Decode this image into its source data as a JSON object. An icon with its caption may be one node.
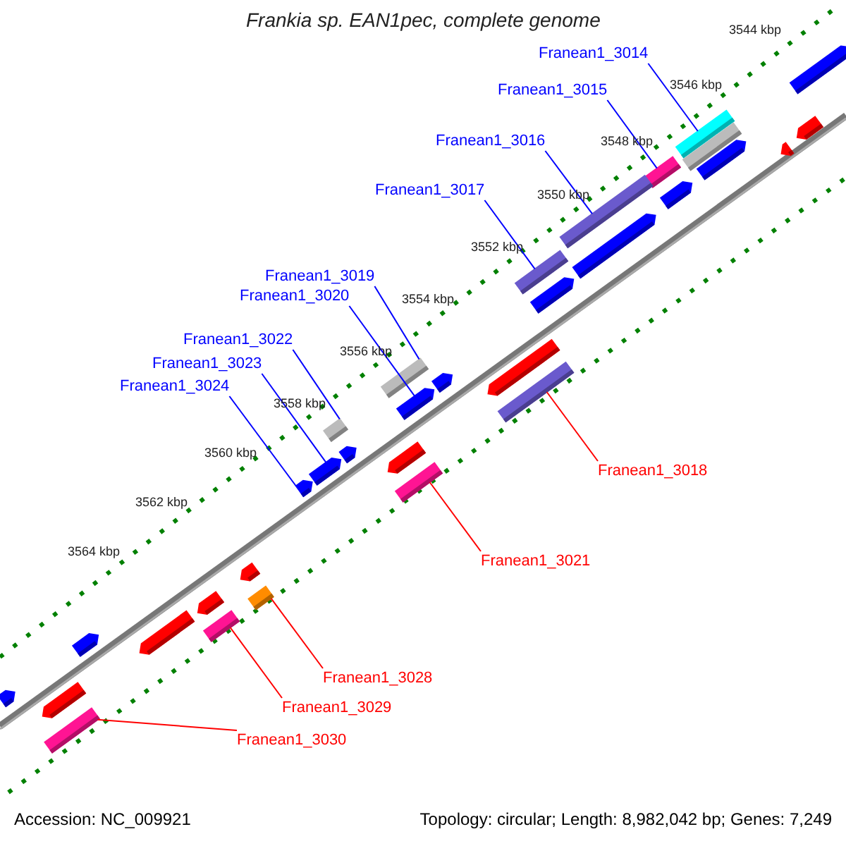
{
  "diagram": {
    "title": "Frankia sp. EAN1pec, complete genome",
    "nodes": [
      {
        "text": [
          "Franean1_3014"
        ]
      },
      {
        "text": [
          "Franean1_3015"
        ]
      },
      {
        "text": [
          "Franean1_3016"
        ]
      },
      {
        "text": [
          "Franean1_3017"
        ]
      },
      {
        "text": [
          "Franean1_3019"
        ]
      },
      {
        "text": [
          "Franean1_3020"
        ]
      },
      {
        "text": [
          "Franean1_3022"
        ]
      },
      {
        "text": [
          "Franean1_3023"
        ]
      },
      {
        "text": [
          "Franean1_3024"
        ]
      },
      {
        "text": [
          "Franean1_3018"
        ]
      },
      {
        "text": [
          "Franean1_3021"
        ]
      },
      {
        "text": [
          "Franean1_3028"
        ]
      },
      {
        "text": [
          "Franean1_3029"
        ]
      },
      {
        "text": [
          "Franean1_3030"
        ]
      },
      {
        "text": [],
        "shape": "bar"
      },
      {
        "text": [],
        "shape": "bar"
      },
      {
        "text": [],
        "shape": "bar"
      },
      {
        "text": [],
        "shape": "bar"
      },
      {
        "text": [],
        "shape": "bar"
      },
      {
        "text": [],
        "shape": "bar"
      },
      {
        "text": [],
        "shape": "bar"
      },
      {
        "text": [],
        "shape": "bar"
      },
      {
        "text": [],
        "shape": "bar"
      },
      {
        "text": [],
        "shape": "bar"
      },
      {
        "text": [],
        "shape": "bar"
      },
      {
        "text": [],
        "shape": "bar"
      },
      {
        "text": [],
        "shape": "bar"
      },
      {
        "text": [],
        "shape": "bar"
      },
      {
        "text": [],
        "shape": "bar"
      },
      {
        "text": [],
        "shape": "bar"
      },
      {
        "text": [],
        "shape": "bar"
      },
      {
        "text": [],
        "shape": "bar"
      },
      {
        "text": [],
        "shape": "bar"
      },
      {
        "text": [],
        "shape": "bar"
      },
      {
        "text": [],
        "shape": "bar"
      },
      {
        "text": [],
        "shape": "bar"
      },
      {
        "text": [],
        "shape": "bar"
      },
      {
        "text": [],
        "shape": "bar"
      },
      {
        "text": [],
        "shape": "bar"
      },
      {
        "text": [],
        "shape": "bar"
      },
      {
        "text": [],
        "shape": "bar"
      },
      {
        "text": [],
        "shape": "bar"
      },
      {
        "text": [],
        "shape": "bar"
      },
      {
        "text": [],
        "shape": "bar"
      },
      {
        "text": [],
        "shape": "bar"
      },
      {
        "text": [],
        "shape": "bar"
      }
    ],
    "edges": [
      {
        "from": 0,
        "to": 16,
        "arrow": "none"
      },
      {
        "from": 1,
        "to": 20,
        "arrow": "none"
      },
      {
        "from": 2,
        "to": 22,
        "arrow": "none"
      },
      {
        "from": 3,
        "to": 24,
        "arrow": "none"
      },
      {
        "from": 4,
        "to": 27,
        "arrow": "none"
      },
      {
        "from": 5,
        "to": 30,
        "arrow": "none"
      },
      {
        "from": 6,
        "to": 31,
        "arrow": "none"
      },
      {
        "from": 7,
        "to": 34,
        "arrow": "none"
      },
      {
        "from": 8,
        "to": 36,
        "arrow": "none"
      },
      {
        "from": 9,
        "to": 29,
        "arrow": "none",
        "color": "#ff0000"
      },
      {
        "from": 10,
        "to": 35,
        "arrow": "none",
        "color": "#ff0000"
      },
      {
        "from": 11,
        "to": 38,
        "arrow": "none",
        "color": "#ff0000"
      },
      {
        "from": 12,
        "to": 40,
        "arrow": "none",
        "color": "#ff0000"
      },
      {
        "from": 13,
        "to": 45,
        "arrow": "none",
        "color": "#ff0000"
      }
    ],
    "labels": [
      "3544 kbp",
      "3546 kbp",
      "3548 kbp",
      "3550 kbp",
      "3552 kbp",
      "3554 kbp",
      "3556 kbp",
      "3558 kbp",
      "3560 kbp",
      "3562 kbp",
      "3564 kbp",
      "Accession: NC_009921",
      "Topology: circular; Length: 8,982,042 bp; Genes: 7,249"
    ]
  }
}
